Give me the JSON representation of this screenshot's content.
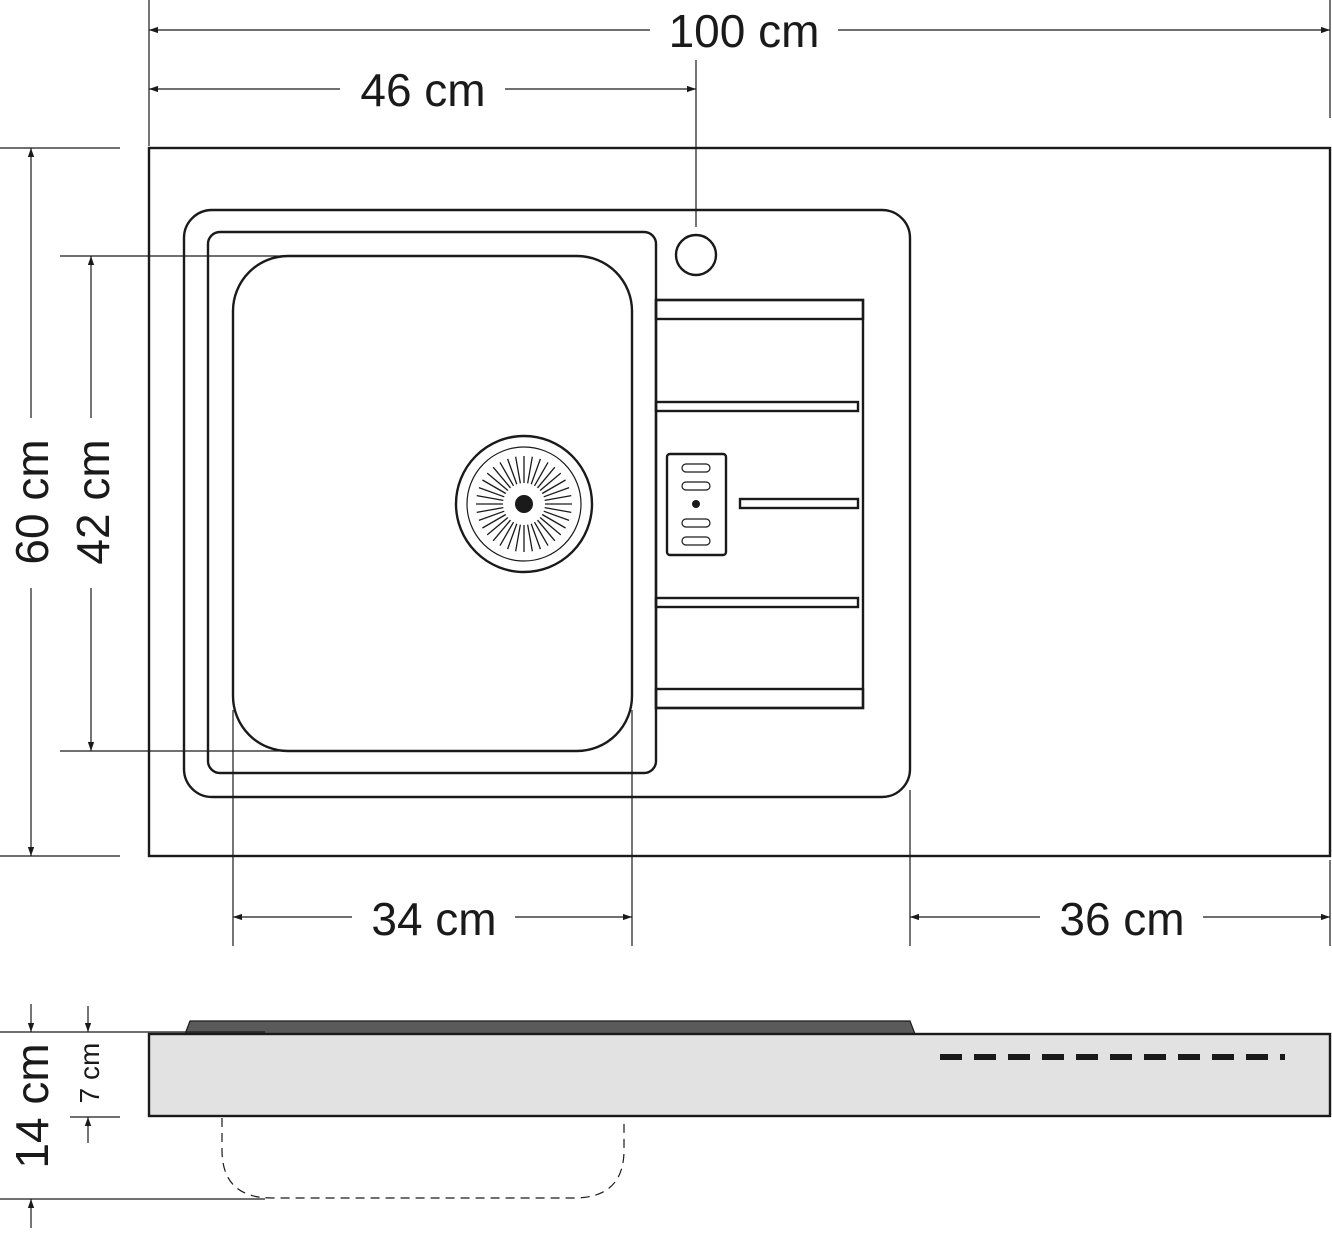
{
  "diagram": {
    "units": "cm",
    "dimensions": {
      "total_width": "100 cm",
      "faucet_offset": "46 cm",
      "total_depth": "60 cm",
      "bowl_depth": "42 cm",
      "bowl_width": "34 cm",
      "right_space": "36 cm",
      "total_height": "14 cm",
      "countertop_height": "7 cm"
    },
    "colors": {
      "line": "#1a1a1a",
      "countertop_side": "#e2e2e2",
      "sink_rim_side": "#5a5a5a"
    }
  }
}
